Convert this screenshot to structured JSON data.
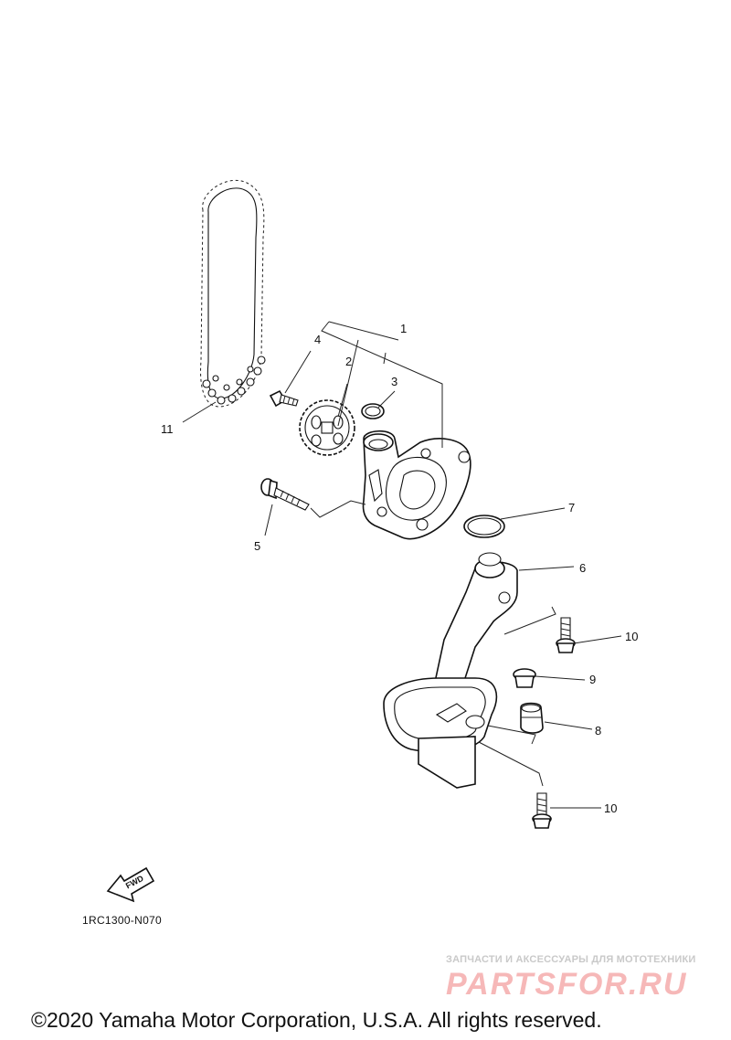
{
  "callouts": [
    {
      "id": "1",
      "label": "1"
    },
    {
      "id": "2",
      "label": "2"
    },
    {
      "id": "3",
      "label": "3"
    },
    {
      "id": "4",
      "label": "4"
    },
    {
      "id": "5",
      "label": "5"
    },
    {
      "id": "6",
      "label": "6"
    },
    {
      "id": "7",
      "label": "7"
    },
    {
      "id": "8",
      "label": "8"
    },
    {
      "id": "9",
      "label": "9"
    },
    {
      "id": "10a",
      "label": "10"
    },
    {
      "id": "10b",
      "label": "10"
    },
    {
      "id": "11",
      "label": "11"
    }
  ],
  "fwd_label": "FWD",
  "diagram_code": "1RC1300-N070",
  "watermark": {
    "tagline": "ЗАПЧАСТИ И АКСЕССУАРЫ ДЛЯ МОТОТЕХНИКИ",
    "brand": "PARTSFOR.RU"
  },
  "copyright": "©2020 Yamaha Motor Corporation, U.S.A. All rights reserved.",
  "colors": {
    "line": "#111111",
    "watermark": "#f6b8b8",
    "background": "#ffffff"
  }
}
